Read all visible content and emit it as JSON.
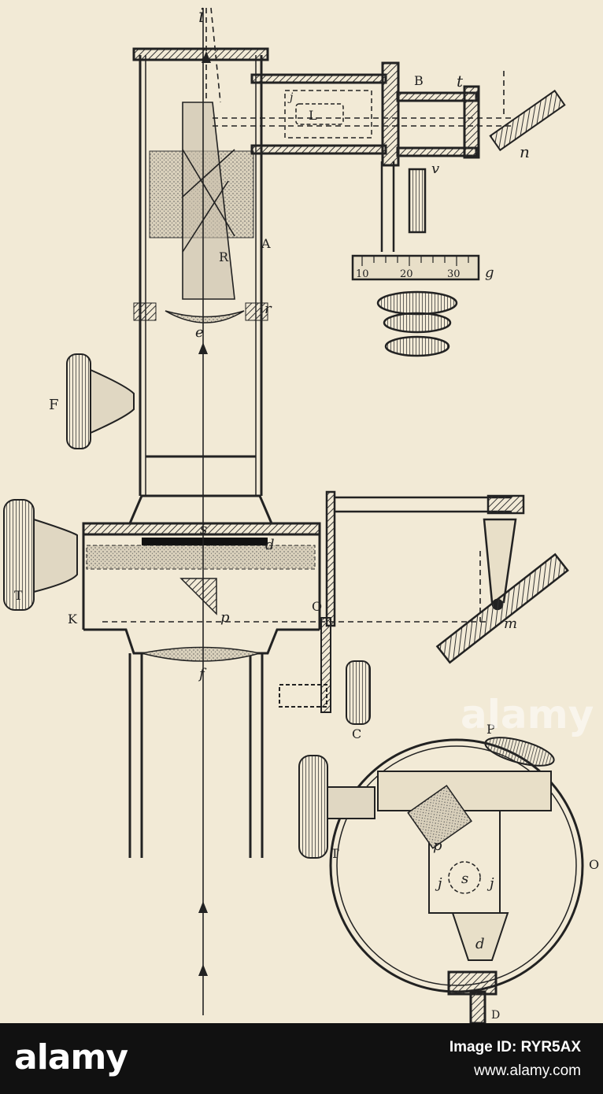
{
  "figure": {
    "labels": {
      "top_i": "i",
      "B": "B",
      "t": "t",
      "n": "n",
      "j_top": "j",
      "L": "L",
      "v": "v",
      "A": "A",
      "R": "R",
      "g": "g",
      "scale_10": "10",
      "scale_20": "20",
      "scale_30": "30",
      "r": "r",
      "e": "e",
      "F": "F",
      "s": "s",
      "d": "d",
      "T": "T",
      "O": "O",
      "p": "p",
      "m": "m",
      "K": "K",
      "f": "f",
      "C": "C",
      "P": "P",
      "T2": "T",
      "O2": "O",
      "p2": "p",
      "s2": "s",
      "j2a": "j",
      "j2b": "j",
      "d2": "d",
      "D": "D"
    }
  },
  "watermark": "alamy",
  "footer": {
    "logo": "alamy",
    "image_id": "Image ID: RYR5AX",
    "site": "www.alamy.com"
  }
}
